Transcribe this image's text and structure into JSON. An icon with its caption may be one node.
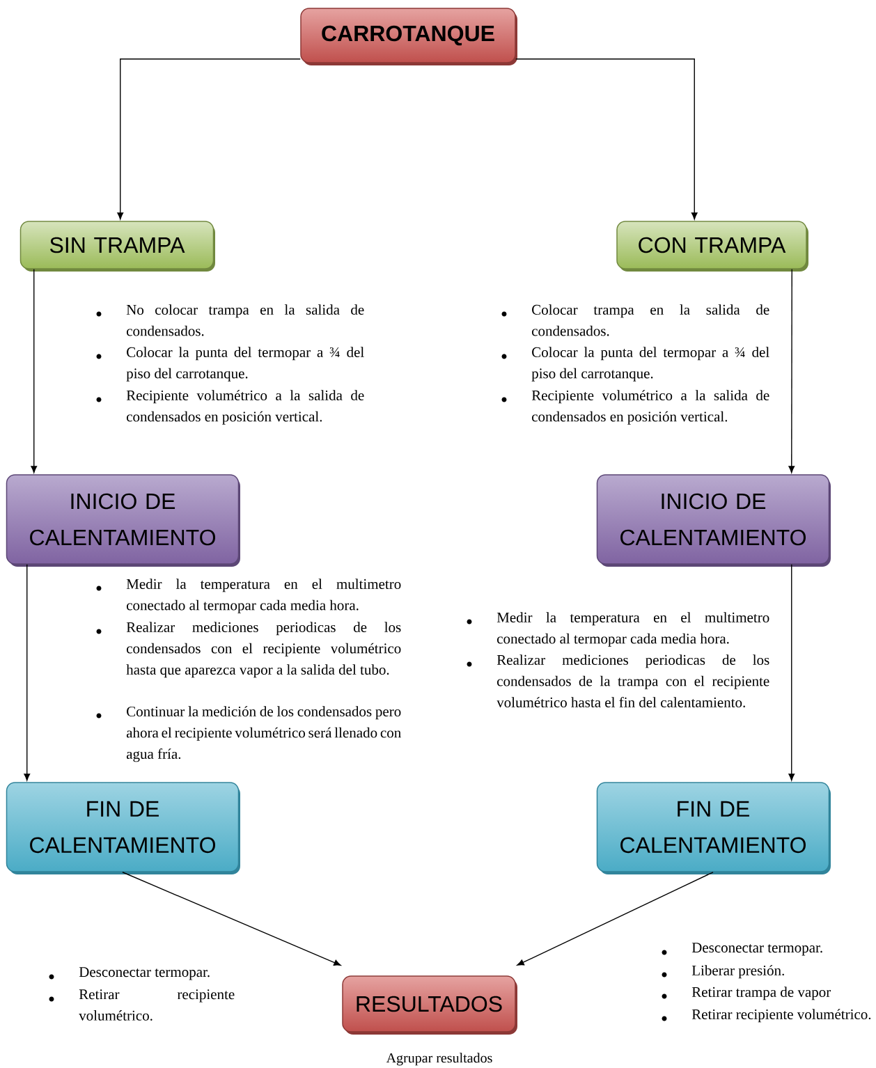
{
  "diagram": {
    "nodes": [
      {
        "text": [
          "CARROTANQUE"
        ]
      },
      {
        "text": [
          "SIN TRAMPA"
        ]
      },
      {
        "text": [
          "CON TRAMPA"
        ]
      },
      {
        "text": [
          "INICIO DE CALENTAMIENTO"
        ]
      },
      {
        "text": [
          "INICIO DE CALENTAMIENTO"
        ]
      },
      {
        "text": [
          "FIN DE CALENTAMIENTO"
        ]
      },
      {
        "text": [
          "FIN DE CALENTAMIENTO"
        ]
      },
      {
        "text": [
          "RESULTADOS"
        ],
        "beside": [
          "Agrupar resultados"
        ]
      }
    ],
    "edges": [
      {
        "from": 0,
        "to": 1,
        "arrow": "to"
      },
      {
        "from": 0,
        "to": 2,
        "arrow": "to"
      },
      {
        "from": 1,
        "to": 3,
        "arrow": "to"
      },
      {
        "from": 2,
        "to": 4,
        "arrow": "to"
      },
      {
        "from": 3,
        "to": 5,
        "arrow": "to"
      },
      {
        "from": 4,
        "to": 6,
        "arrow": "to"
      },
      {
        "from": 5,
        "to": 7,
        "arrow": "to"
      },
      {
        "from": 6,
        "to": 7,
        "arrow": "to"
      }
    ],
    "labels": [
      "No colocar trampa en la salida de condensados.",
      "Colocar la punta del termopar a ¾ del piso del carrotanque.",
      "Recipiente volumétrico a la salida de condensados en posición vertical.",
      "Colocar trampa en la salida de condensados.",
      "Colocar la punta del termopar a ¾ del piso del carrotanque.",
      "Recipiente volumétrico a la salida de condensados en posición vertical.",
      "Medir la temperatura en el multimetro conectado al termopar cada media hora.",
      "Realizar mediciones periodicas de los condensados con el recipiente volumétrico hasta que aparezca vapor a la salida del tubo.",
      "Continuar la medición de los condensados pero ahora el recipiente volumétrico será llenado con agua fría.",
      "Medir la temperatura en el multimetro conectado al termopar cada media hora.",
      "Realizar mediciones periodicas de los condensados de la trampa con el recipiente volumétrico hasta el fin del calentamiento.",
      "Desconectar termopar.",
      "Retirar recipiente volumétrico.",
      "Desconectar termopar.",
      "Liberar presión.",
      "Retirar trampa de vapor",
      "Retirar recipiente volumétrico."
    ]
  }
}
